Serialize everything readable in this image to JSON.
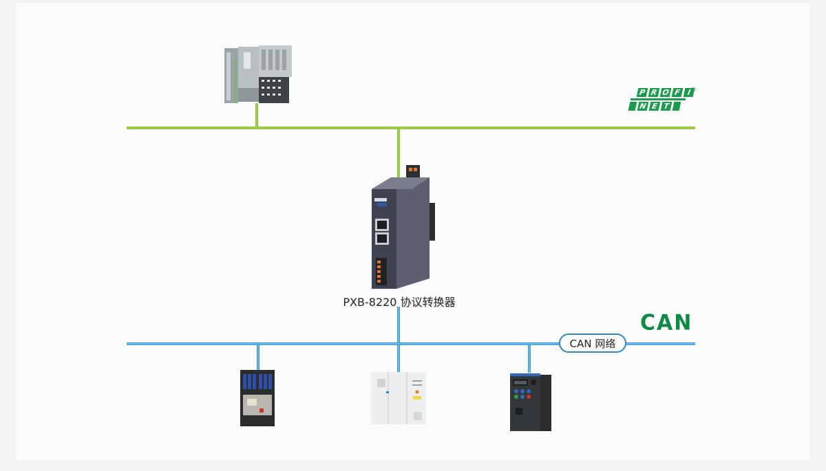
{
  "diagram": {
    "type": "network-topology",
    "networks": {
      "upper": {
        "name": "PROFINET",
        "logo_text": [
          "PROFI",
          "NET"
        ],
        "registered_mark": "®",
        "color": "#9fd04b"
      },
      "lower": {
        "name": "CAN",
        "logo_text": "CAN",
        "pill_label": "CAN 网络",
        "color": "#6cb8e6",
        "logo_color": "#0e8a46"
      }
    },
    "nodes": {
      "plc": {
        "name": "PLC controller",
        "network": "PROFINET"
      },
      "gateway": {
        "name": "PXB-8220 协议转换器",
        "label": "PXB-8220 协议转换器",
        "networks": [
          "PROFINET",
          "CAN"
        ]
      },
      "can_devices": [
        {
          "name": "control cabinet",
          "network": "CAN"
        },
        {
          "name": "electrical cabinet",
          "network": "CAN"
        },
        {
          "name": "frequency inverter",
          "network": "CAN"
        }
      ]
    }
  }
}
